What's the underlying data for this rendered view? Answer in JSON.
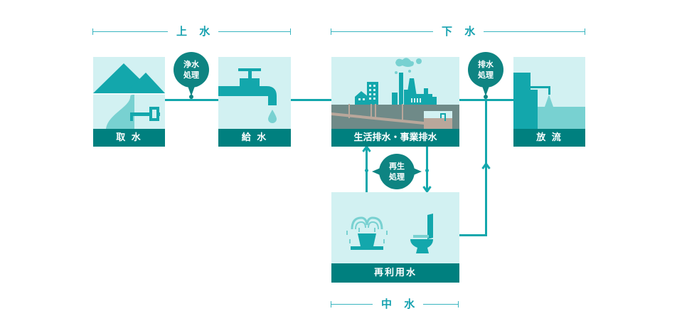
{
  "sections": {
    "upper": "上 水",
    "lower": "下 水",
    "middle": "中 水"
  },
  "nodes": {
    "intake": "取 水",
    "supply": "給 水",
    "drainage": "生活排水・事業排水",
    "discharge": "放 流",
    "reuse": "再利用水"
  },
  "processes": {
    "purification": [
      "浄水",
      "処理"
    ],
    "wastewater": [
      "排水",
      "処理"
    ],
    "regeneration": [
      "再生",
      "処理"
    ]
  },
  "colors": {
    "dark_teal": "#00807f",
    "teal": "#13a7ac",
    "light_bg": "#d2f1f2",
    "light_teal": "#78d1d1"
  }
}
